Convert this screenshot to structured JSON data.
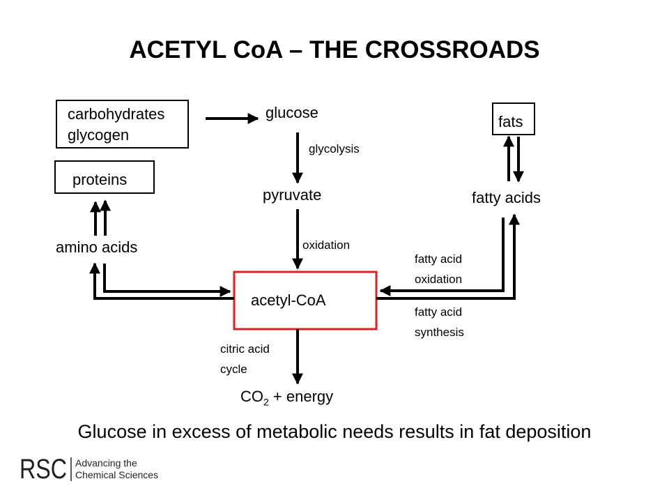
{
  "title": "ACETYL CoA – THE CROSSROADS",
  "nodes": {
    "carbohydrates": "carbohydrates",
    "glycogen": "glycogen",
    "glucose": "glucose",
    "fats": "fats",
    "proteins": "proteins",
    "pyruvate": "pyruvate",
    "fatty_acids": "fatty acids",
    "amino_acids": "amino acids",
    "acetyl_coa": "acetyl-CoA",
    "co2": "CO",
    "co2_subscript": "2",
    "co2_suffix": " + energy"
  },
  "processes": {
    "glycolysis": "glycolysis",
    "oxidation": "oxidation",
    "fatty_acid_oxidation_1": "fatty acid",
    "fatty_acid_oxidation_2": "oxidation",
    "fatty_acid_synthesis_1": "fatty acid",
    "fatty_acid_synthesis_2": "synthesis",
    "citric_acid_1": "citric acid",
    "citric_acid_2": "cycle"
  },
  "footer": "Glucose in excess of metabolic needs results in fat deposition",
  "logo": {
    "wordmark": "RSC",
    "line1": "Advancing the",
    "line2": "Chemical Sciences"
  },
  "colors": {
    "acetyl_box_border": "#e02020",
    "arrows": "#000000"
  }
}
